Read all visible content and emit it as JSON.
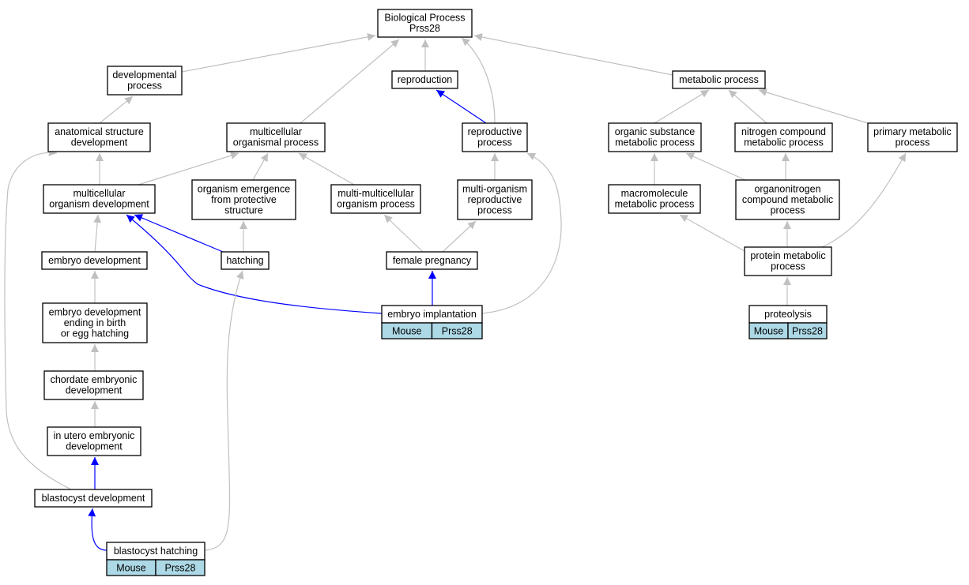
{
  "colors": {
    "edge_default": "#c0c0c0",
    "edge_highlight": "#0000ff",
    "annotation_fill": "#add8e6"
  },
  "nodes": [
    {
      "id": "bp",
      "lines": [
        "Biological Process",
        "Prss28"
      ]
    },
    {
      "id": "dev",
      "lines": [
        "developmental",
        "process"
      ]
    },
    {
      "id": "repro",
      "lines": [
        "reproduction"
      ]
    },
    {
      "id": "metab",
      "lines": [
        "metabolic process"
      ]
    },
    {
      "id": "asd",
      "lines": [
        "anatomical structure",
        "development"
      ]
    },
    {
      "id": "mop",
      "lines": [
        "multicellular",
        "organismal process"
      ]
    },
    {
      "id": "rp",
      "lines": [
        "reproductive",
        "process"
      ]
    },
    {
      "id": "osmp",
      "lines": [
        "organic substance",
        "metabolic process"
      ]
    },
    {
      "id": "ncmp",
      "lines": [
        "nitrogen compound",
        "metabolic process"
      ]
    },
    {
      "id": "pmp",
      "lines": [
        "primary metabolic",
        "process"
      ]
    },
    {
      "id": "mod",
      "lines": [
        "multicellular",
        "organism development"
      ]
    },
    {
      "id": "oefps",
      "lines": [
        "organism emergence",
        "from protective",
        "structure"
      ]
    },
    {
      "id": "mmop",
      "lines": [
        "multi-multicellular",
        "organism process"
      ]
    },
    {
      "id": "morp",
      "lines": [
        "multi-organism",
        "reproductive",
        "process"
      ]
    },
    {
      "id": "mmp",
      "lines": [
        "macromolecule",
        "metabolic process"
      ]
    },
    {
      "id": "ocmp",
      "lines": [
        "organonitrogen",
        "compound metabolic",
        "process"
      ]
    },
    {
      "id": "ed",
      "lines": [
        "embryo development"
      ]
    },
    {
      "id": "hatch",
      "lines": [
        "hatching"
      ]
    },
    {
      "id": "fp",
      "lines": [
        "female pregnancy"
      ]
    },
    {
      "id": "protmp",
      "lines": [
        "protein metabolic",
        "process"
      ]
    },
    {
      "id": "edeb",
      "lines": [
        "embryo development",
        "ending in birth",
        "or egg hatching"
      ]
    },
    {
      "id": "ei",
      "lines": [
        "embryo implantation"
      ],
      "annotation": [
        "Mouse",
        "Prss28"
      ]
    },
    {
      "id": "prot",
      "lines": [
        "proteolysis"
      ],
      "annotation": [
        "Mouse",
        "Prss28"
      ]
    },
    {
      "id": "ced",
      "lines": [
        "chordate embryonic",
        "development"
      ]
    },
    {
      "id": "iued",
      "lines": [
        "in utero embryonic",
        "development"
      ]
    },
    {
      "id": "bd",
      "lines": [
        "blastocyst development"
      ]
    },
    {
      "id": "bh",
      "lines": [
        "blastocyst hatching"
      ],
      "annotation": [
        "Mouse",
        "Prss28"
      ]
    }
  ],
  "edges": [
    {
      "from": "dev",
      "to": "bp"
    },
    {
      "from": "repro",
      "to": "bp"
    },
    {
      "from": "metab",
      "to": "bp"
    },
    {
      "from": "mop",
      "to": "bp"
    },
    {
      "from": "rp",
      "to": "bp"
    },
    {
      "from": "asd",
      "to": "dev"
    },
    {
      "from": "rp",
      "to": "repro",
      "highlight": true
    },
    {
      "from": "osmp",
      "to": "metab"
    },
    {
      "from": "ncmp",
      "to": "metab"
    },
    {
      "from": "pmp",
      "to": "metab"
    },
    {
      "from": "mod",
      "to": "asd"
    },
    {
      "from": "mod",
      "to": "mop"
    },
    {
      "from": "oefps",
      "to": "mop"
    },
    {
      "from": "mmop",
      "to": "mop"
    },
    {
      "from": "morp",
      "to": "rp"
    },
    {
      "from": "ei",
      "to": "rp"
    },
    {
      "from": "mmp",
      "to": "osmp"
    },
    {
      "from": "ocmp",
      "to": "osmp"
    },
    {
      "from": "ocmp",
      "to": "ncmp"
    },
    {
      "from": "protmp",
      "to": "pmp"
    },
    {
      "from": "ed",
      "to": "mod"
    },
    {
      "from": "hatch",
      "to": "mod",
      "highlight": true
    },
    {
      "from": "ei",
      "to": "mod",
      "highlight": true
    },
    {
      "from": "hatch",
      "to": "oefps"
    },
    {
      "from": "fp",
      "to": "mmop"
    },
    {
      "from": "fp",
      "to": "morp"
    },
    {
      "from": "protmp",
      "to": "mmp"
    },
    {
      "from": "protmp",
      "to": "ocmp"
    },
    {
      "from": "edeb",
      "to": "ed"
    },
    {
      "from": "ei",
      "to": "fp",
      "highlight": true
    },
    {
      "from": "prot",
      "to": "protmp"
    },
    {
      "from": "ced",
      "to": "edeb"
    },
    {
      "from": "iued",
      "to": "ced"
    },
    {
      "from": "bd",
      "to": "iued",
      "highlight": true
    },
    {
      "from": "bd",
      "to": "asd"
    },
    {
      "from": "bh",
      "to": "bd",
      "highlight": true
    },
    {
      "from": "bh",
      "to": "hatch"
    }
  ]
}
